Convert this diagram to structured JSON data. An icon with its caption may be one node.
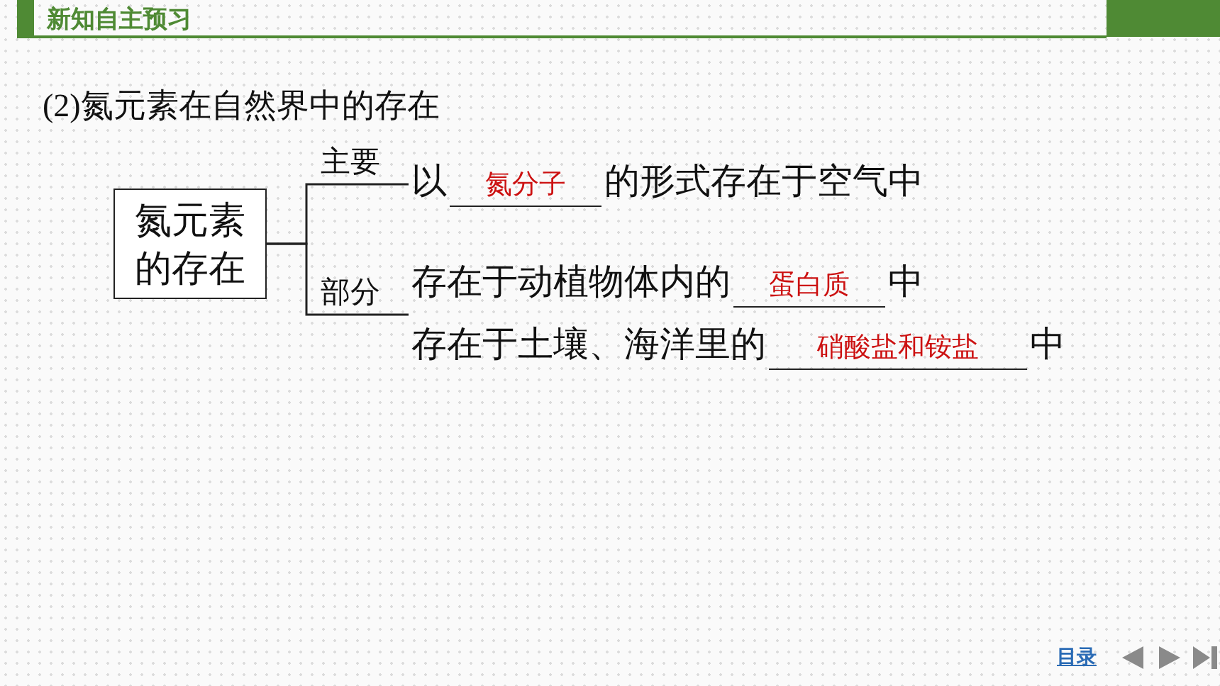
{
  "diagram": {
    "title": "(2)氮元素在自然界中的存在",
    "nodes": [
      {
        "text": [
          "氮元素的存在"
        ]
      },
      {
        "text": [
          "以",
          "氮分子",
          "的形式存在于空气中"
        ]
      },
      {
        "text": [
          "存在于动植物体内的",
          "蛋白质",
          "中"
        ]
      },
      {
        "text": [
          "存在于土壤、海洋里的",
          "硝酸盐和铵盐",
          "中"
        ]
      }
    ],
    "edges": [
      {
        "from": 0,
        "to": 1,
        "arrow": "none",
        "label": "主要"
      },
      {
        "from": 0,
        "to": 2,
        "arrow": "none",
        "label": "部分"
      }
    ],
    "labels": [
      "新知自主预习",
      "目录"
    ]
  }
}
